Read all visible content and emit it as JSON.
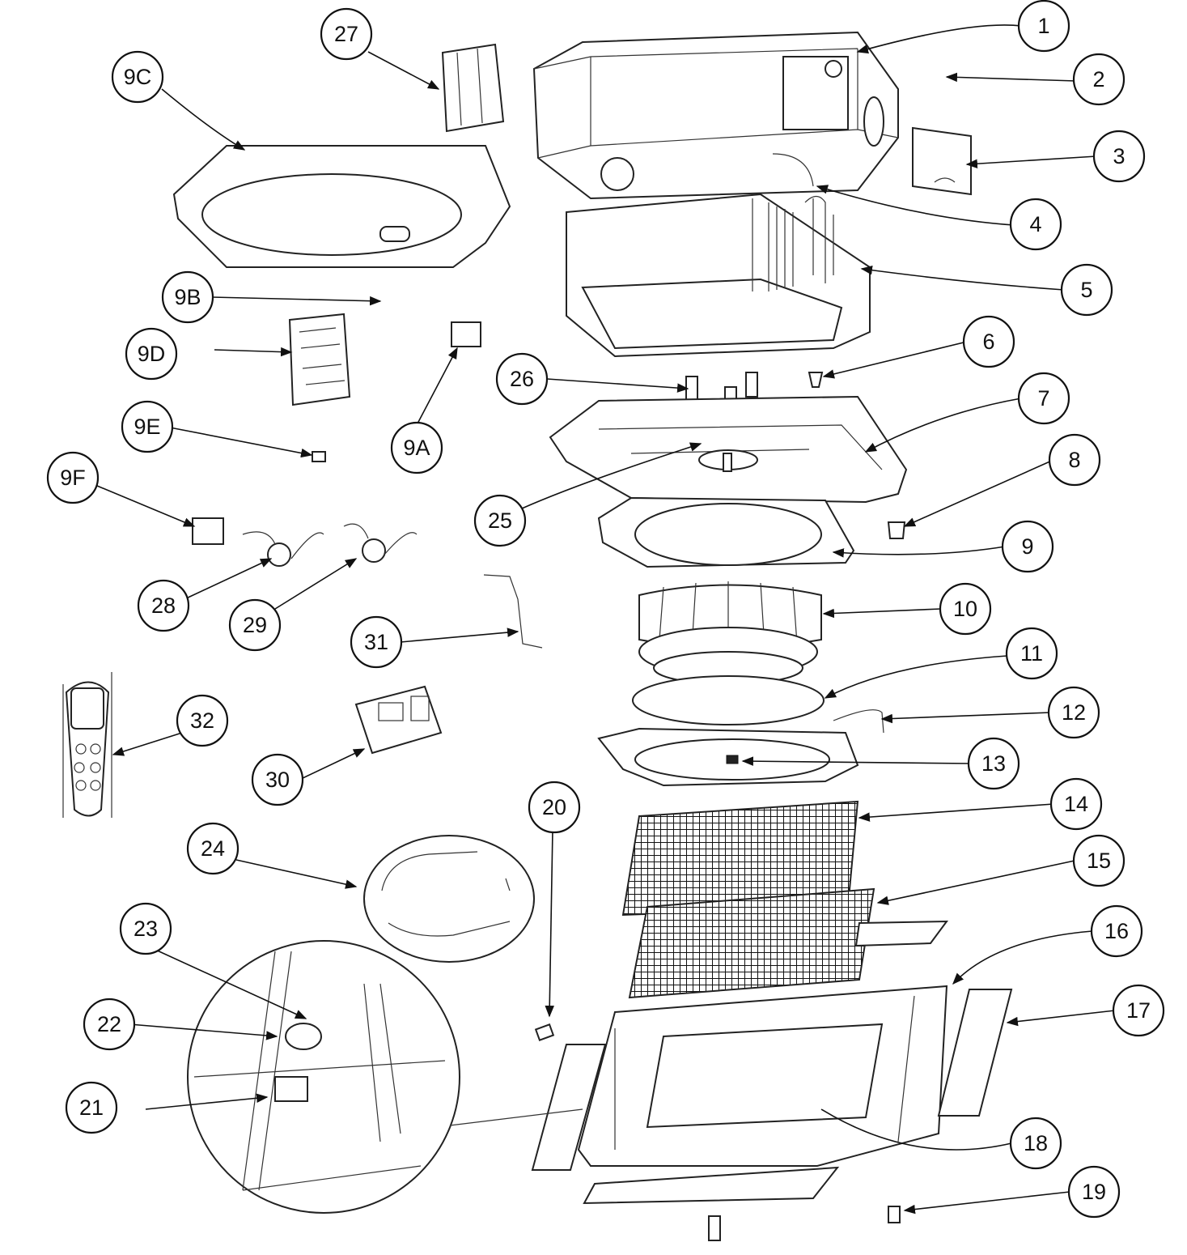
{
  "callouts": [
    {
      "id": "1",
      "label": "1"
    },
    {
      "id": "2",
      "label": "2"
    },
    {
      "id": "3",
      "label": "3"
    },
    {
      "id": "4",
      "label": "4"
    },
    {
      "id": "5",
      "label": "5"
    },
    {
      "id": "6",
      "label": "6"
    },
    {
      "id": "7",
      "label": "7"
    },
    {
      "id": "8",
      "label": "8"
    },
    {
      "id": "9",
      "label": "9"
    },
    {
      "id": "10",
      "label": "10"
    },
    {
      "id": "11",
      "label": "11"
    },
    {
      "id": "12",
      "label": "12"
    },
    {
      "id": "13",
      "label": "13"
    },
    {
      "id": "14",
      "label": "14"
    },
    {
      "id": "15",
      "label": "15"
    },
    {
      "id": "16",
      "label": "16"
    },
    {
      "id": "17",
      "label": "17"
    },
    {
      "id": "18",
      "label": "18"
    },
    {
      "id": "19",
      "label": "19"
    },
    {
      "id": "20",
      "label": "20"
    },
    {
      "id": "21",
      "label": "21"
    },
    {
      "id": "22",
      "label": "22"
    },
    {
      "id": "23",
      "label": "23"
    },
    {
      "id": "24",
      "label": "24"
    },
    {
      "id": "25",
      "label": "25"
    },
    {
      "id": "26",
      "label": "26"
    },
    {
      "id": "27",
      "label": "27"
    },
    {
      "id": "28",
      "label": "28"
    },
    {
      "id": "29",
      "label": "29"
    },
    {
      "id": "30",
      "label": "30"
    },
    {
      "id": "31",
      "label": "31"
    },
    {
      "id": "32",
      "label": "32"
    },
    {
      "id": "9a",
      "label": "9A"
    },
    {
      "id": "9b",
      "label": "9B"
    },
    {
      "id": "9c",
      "label": "9C"
    },
    {
      "id": "9d",
      "label": "9D"
    },
    {
      "id": "9e",
      "label": "9E"
    },
    {
      "id": "9f",
      "label": "9F"
    }
  ]
}
